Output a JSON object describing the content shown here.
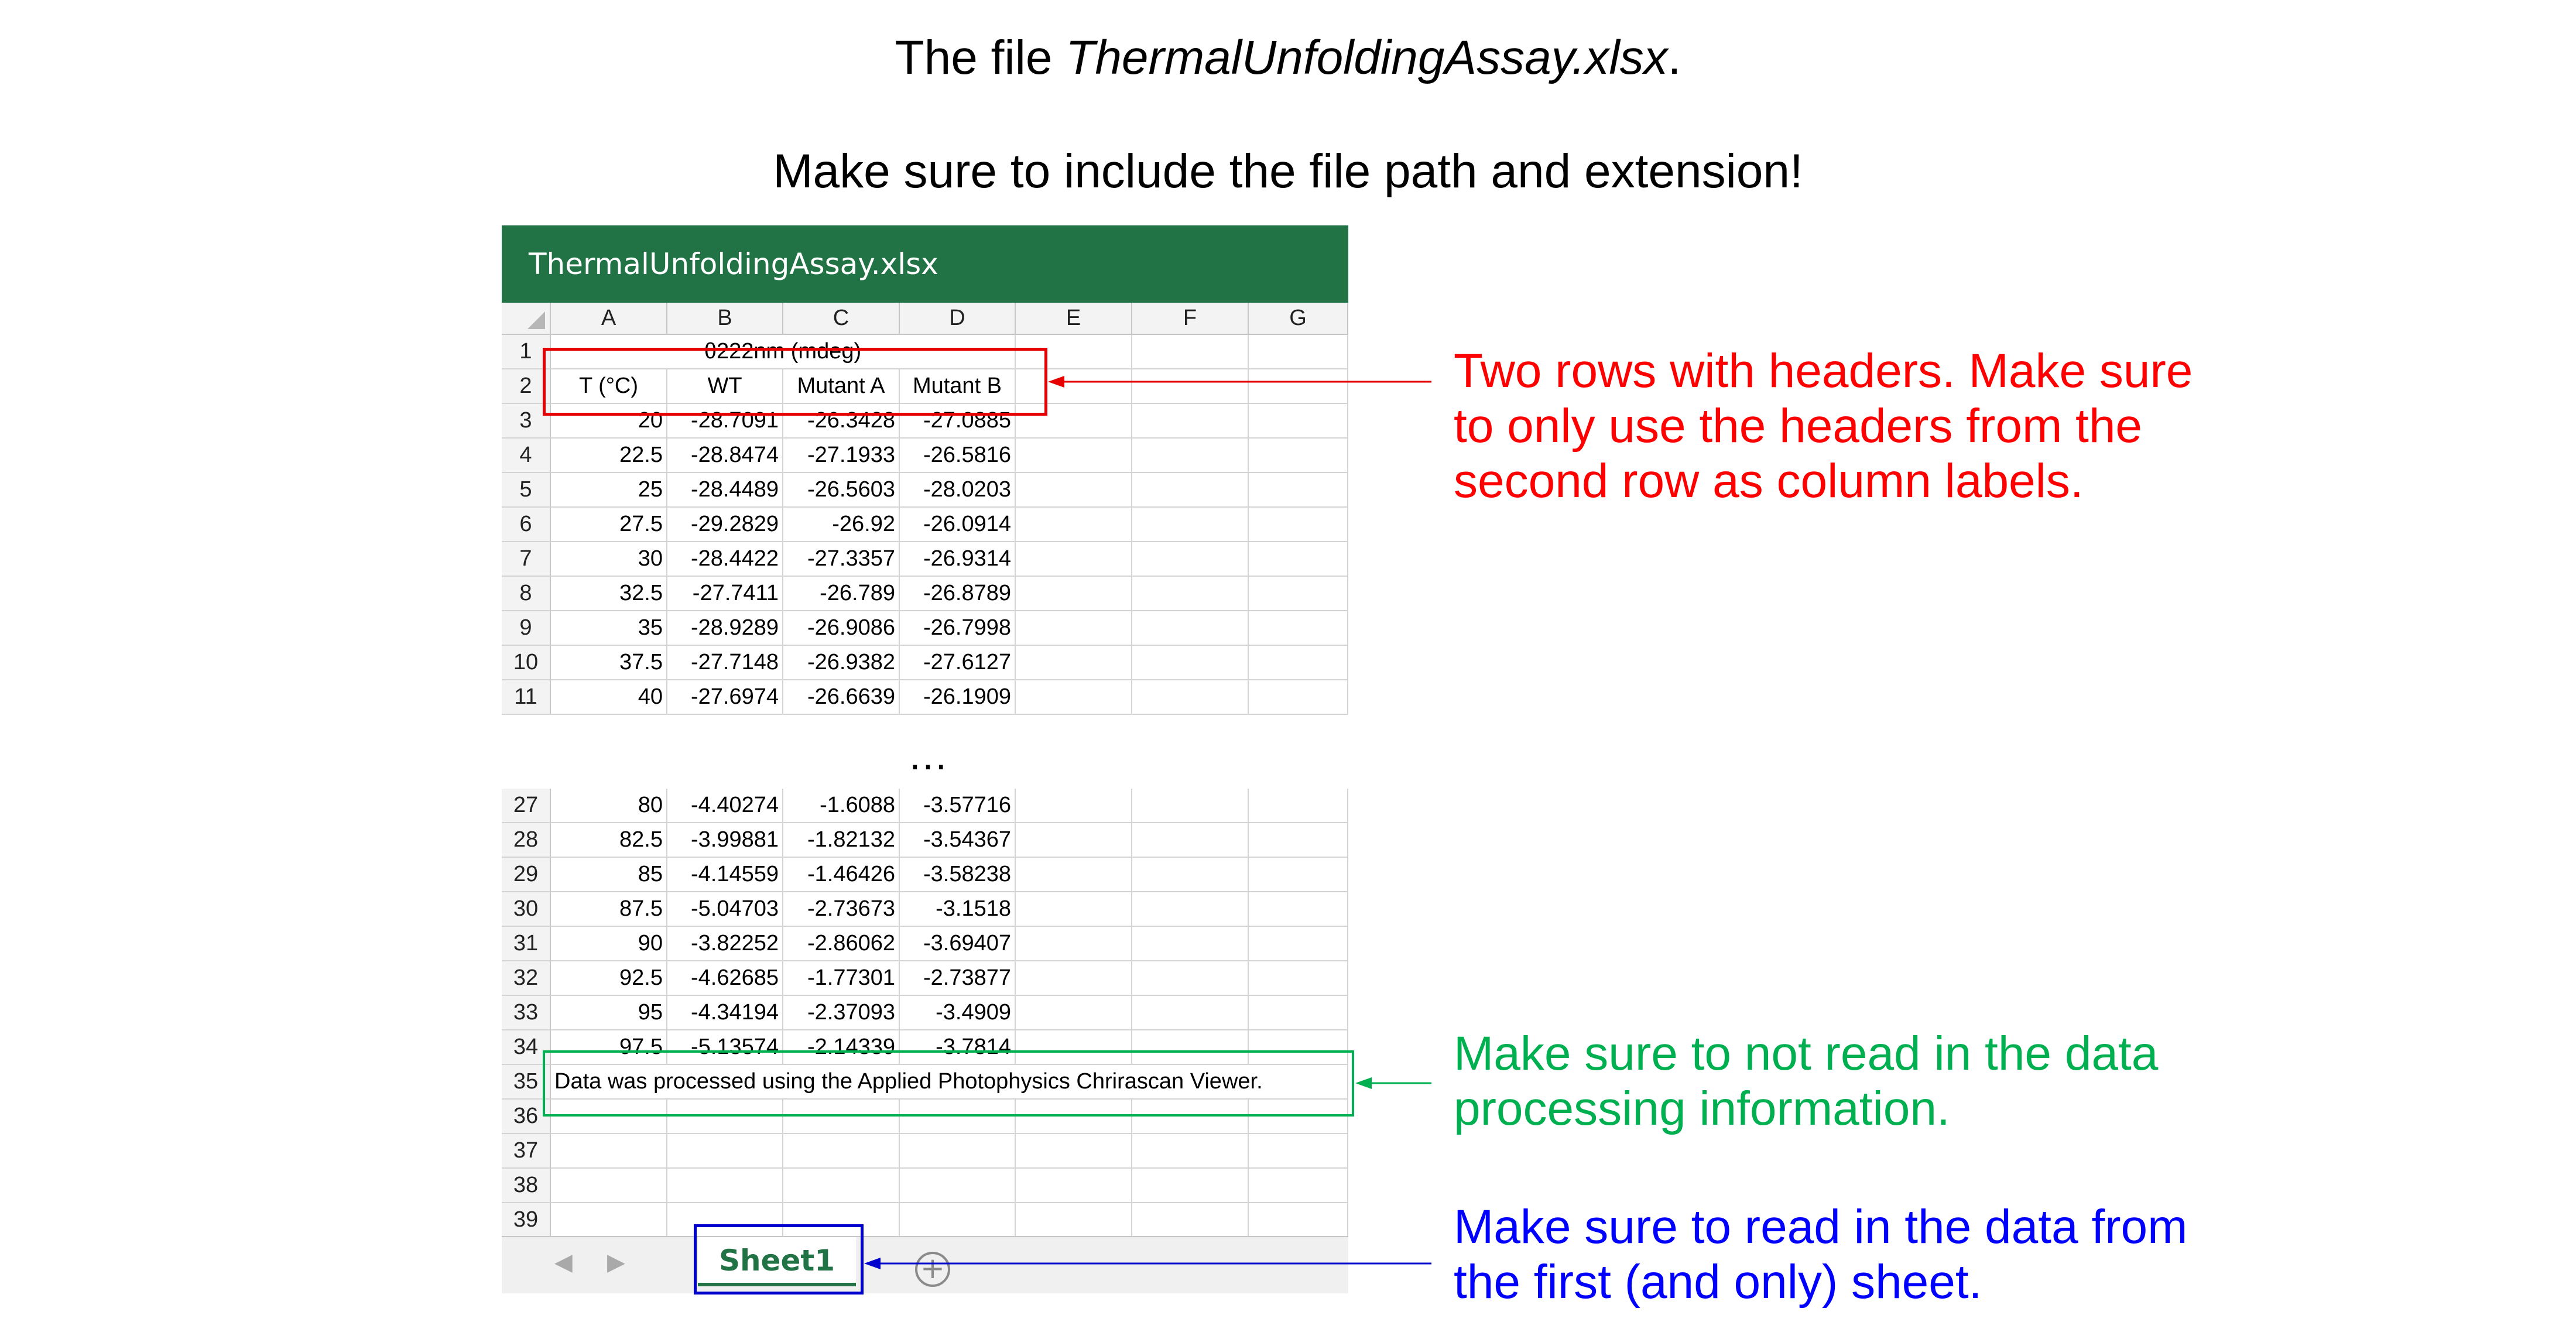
{
  "instructions": {
    "line1_prefix": "The file ",
    "line1_file": "ThermalUnfoldingAssay.xlsx",
    "line1_suffix": ".",
    "line2": "Make sure to include the file path and extension!"
  },
  "window": {
    "title": "ThermalUnfoldingAssay.xlsx",
    "brand_color": "#217346"
  },
  "columns": [
    "A",
    "B",
    "C",
    "D",
    "E",
    "F",
    "G"
  ],
  "header_row1": {
    "row": "1",
    "merged_label": "θ222nm (mdeg)"
  },
  "header_row2": {
    "row": "2",
    "cells": [
      "T (°C)",
      "WT",
      "Mutant A",
      "Mutant B"
    ]
  },
  "rows_top": [
    {
      "row": "3",
      "cells": [
        "20",
        "-28.7091",
        "-26.3428",
        "-27.0885"
      ]
    },
    {
      "row": "4",
      "cells": [
        "22.5",
        "-28.8474",
        "-27.1933",
        "-26.5816"
      ]
    },
    {
      "row": "5",
      "cells": [
        "25",
        "-28.4489",
        "-26.5603",
        "-28.0203"
      ]
    },
    {
      "row": "6",
      "cells": [
        "27.5",
        "-29.2829",
        "-26.92",
        "-26.0914"
      ]
    },
    {
      "row": "7",
      "cells": [
        "30",
        "-28.4422",
        "-27.3357",
        "-26.9314"
      ]
    },
    {
      "row": "8",
      "cells": [
        "32.5",
        "-27.7411",
        "-26.789",
        "-26.8789"
      ]
    },
    {
      "row": "9",
      "cells": [
        "35",
        "-28.9289",
        "-26.9086",
        "-26.7998"
      ]
    },
    {
      "row": "10",
      "cells": [
        "37.5",
        "-27.7148",
        "-26.9382",
        "-27.6127"
      ]
    },
    {
      "row": "11",
      "cells": [
        "40",
        "-27.6974",
        "-26.6639",
        "-26.1909"
      ]
    }
  ],
  "ellipsis": "…",
  "rows_bottom": [
    {
      "row": "27",
      "cells": [
        "80",
        "-4.40274",
        "-1.6088",
        "-3.57716"
      ]
    },
    {
      "row": "28",
      "cells": [
        "82.5",
        "-3.99881",
        "-1.82132",
        "-3.54367"
      ]
    },
    {
      "row": "29",
      "cells": [
        "85",
        "-4.14559",
        "-1.46426",
        "-3.58238"
      ]
    },
    {
      "row": "30",
      "cells": [
        "87.5",
        "-5.04703",
        "-2.73673",
        "-3.1518"
      ]
    },
    {
      "row": "31",
      "cells": [
        "90",
        "-3.82252",
        "-2.86062",
        "-3.69407"
      ]
    },
    {
      "row": "32",
      "cells": [
        "92.5",
        "-4.62685",
        "-1.77301",
        "-2.73877"
      ]
    },
    {
      "row": "33",
      "cells": [
        "95",
        "-4.34194",
        "-2.37093",
        "-3.4909"
      ]
    },
    {
      "row": "34",
      "cells": [
        "97.5",
        "-5.13574",
        "-2.14339",
        "-3.7814"
      ]
    }
  ],
  "footer_note": {
    "row": "35",
    "text": "Data was processed using the Applied Photophysics Chrirascan Viewer."
  },
  "empty_rows": [
    "36",
    "37",
    "38",
    "39"
  ],
  "sheets": {
    "active": "Sheet1",
    "add_symbol": "+",
    "prev_symbol": "◀",
    "next_symbol": "▶"
  },
  "annotations": {
    "red": {
      "color": "#ff0000",
      "lines": [
        "Two rows with headers. Make sure",
        "to only use the headers from the",
        "second row as column labels."
      ]
    },
    "green": {
      "color": "#00b050",
      "lines": [
        "Make sure to not read in the data",
        "processing information."
      ]
    },
    "blue": {
      "color": "#0000ff",
      "lines": [
        "Make sure to read in the data from",
        "the first (and only) sheet."
      ]
    }
  }
}
